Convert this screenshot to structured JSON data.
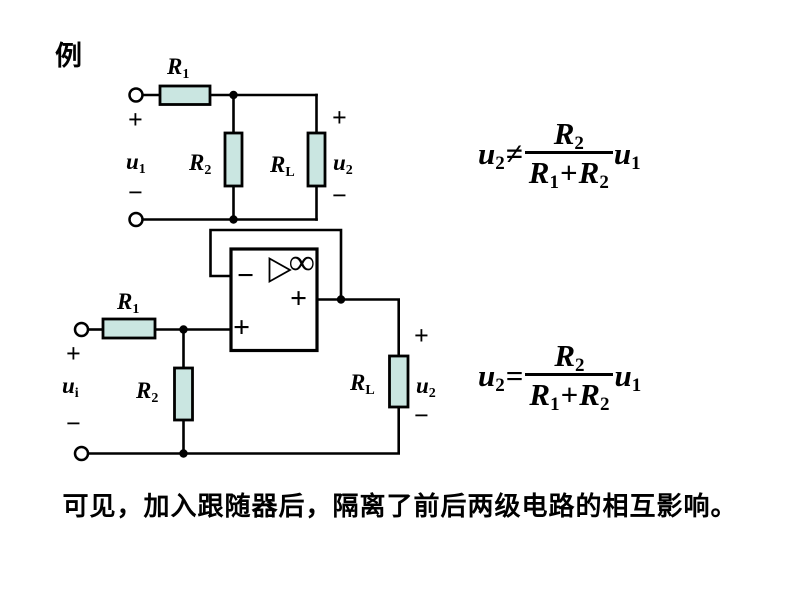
{
  "slide": {
    "example_label": "例",
    "caption": "可见，加入跟随器后，隔离了前后两级电路的相互影响。"
  },
  "colors": {
    "background": "#ffffff",
    "line": "#000000",
    "resistor_fill": "#cae6e1"
  },
  "circuit_top": {
    "r1": {
      "base": "R",
      "sub": "1"
    },
    "r2": {
      "base": "R",
      "sub": "2"
    },
    "rl": {
      "base": "R",
      "sub": "L"
    },
    "source": {
      "plus": "+",
      "base": "u",
      "sub": "1",
      "minus": "−"
    },
    "output": {
      "plus": "+",
      "base": "u",
      "sub": "2",
      "minus": "−"
    }
  },
  "circuit_bottom": {
    "r1": {
      "base": "R",
      "sub": "1"
    },
    "r2": {
      "base": "R",
      "sub": "2"
    },
    "rl": {
      "base": "R",
      "sub": "L"
    },
    "source": {
      "plus": "+",
      "base": "u",
      "sub": "i",
      "minus": "−"
    },
    "output": {
      "plus": "+",
      "base": "u",
      "sub": "2",
      "minus": "−"
    },
    "opamp": {
      "inverting": "−",
      "noninverting": "+",
      "output_sign": "+",
      "gain": "∞"
    }
  },
  "formulas": {
    "f1": {
      "lhs_base": "u",
      "lhs_sub": "2",
      "relation": "≠",
      "num_base": "R",
      "num_sub": "2",
      "den_a_base": "R",
      "den_a_sub": "1",
      "den_op": "+",
      "den_b_base": "R",
      "den_b_sub": "2",
      "rhs_base": "u",
      "rhs_sub": "1"
    },
    "f2": {
      "lhs_base": "u",
      "lhs_sub": "2",
      "relation": "=",
      "num_base": "R",
      "num_sub": "2",
      "den_a_base": "R",
      "den_a_sub": "1",
      "den_op": "+",
      "den_b_base": "R",
      "den_b_sub": "2",
      "rhs_base": "u",
      "rhs_sub": "1"
    }
  }
}
